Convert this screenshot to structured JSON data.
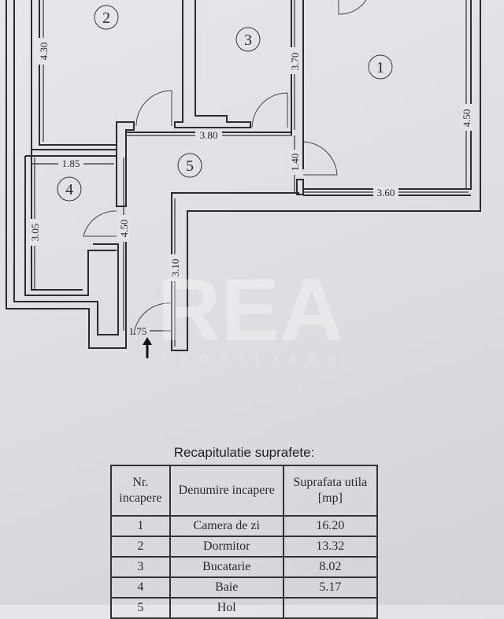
{
  "plan": {
    "rooms": [
      "1",
      "2",
      "3",
      "4",
      "5"
    ],
    "dimensions": {
      "d430": "4.30",
      "d370": "3.70",
      "d450a": "4.50",
      "d380": "3.80",
      "d185": "1.85",
      "d140": "1.40",
      "d360": "3.60",
      "d305": "3.05",
      "d450b": "4.50",
      "d310": "3.10",
      "d175": "1.75"
    },
    "watermark": {
      "logo": "REA",
      "sub": "IMOBILIARE"
    }
  },
  "summary": {
    "title": "Recapitulatie suprafete:",
    "headers": [
      "Nr. incapere",
      "Denumire incapere",
      "Suprafata utila [mp]"
    ],
    "rows": [
      {
        "nr": "1",
        "name": "Camera de zi",
        "area": "16.20"
      },
      {
        "nr": "2",
        "name": "Dormitor",
        "area": "13.32"
      },
      {
        "nr": "3",
        "name": "Bucatarie",
        "area": "8.02"
      },
      {
        "nr": "4",
        "name": "Baie",
        "area": "5.17"
      },
      {
        "nr": "5",
        "name": "Hol",
        "area": ""
      }
    ]
  }
}
